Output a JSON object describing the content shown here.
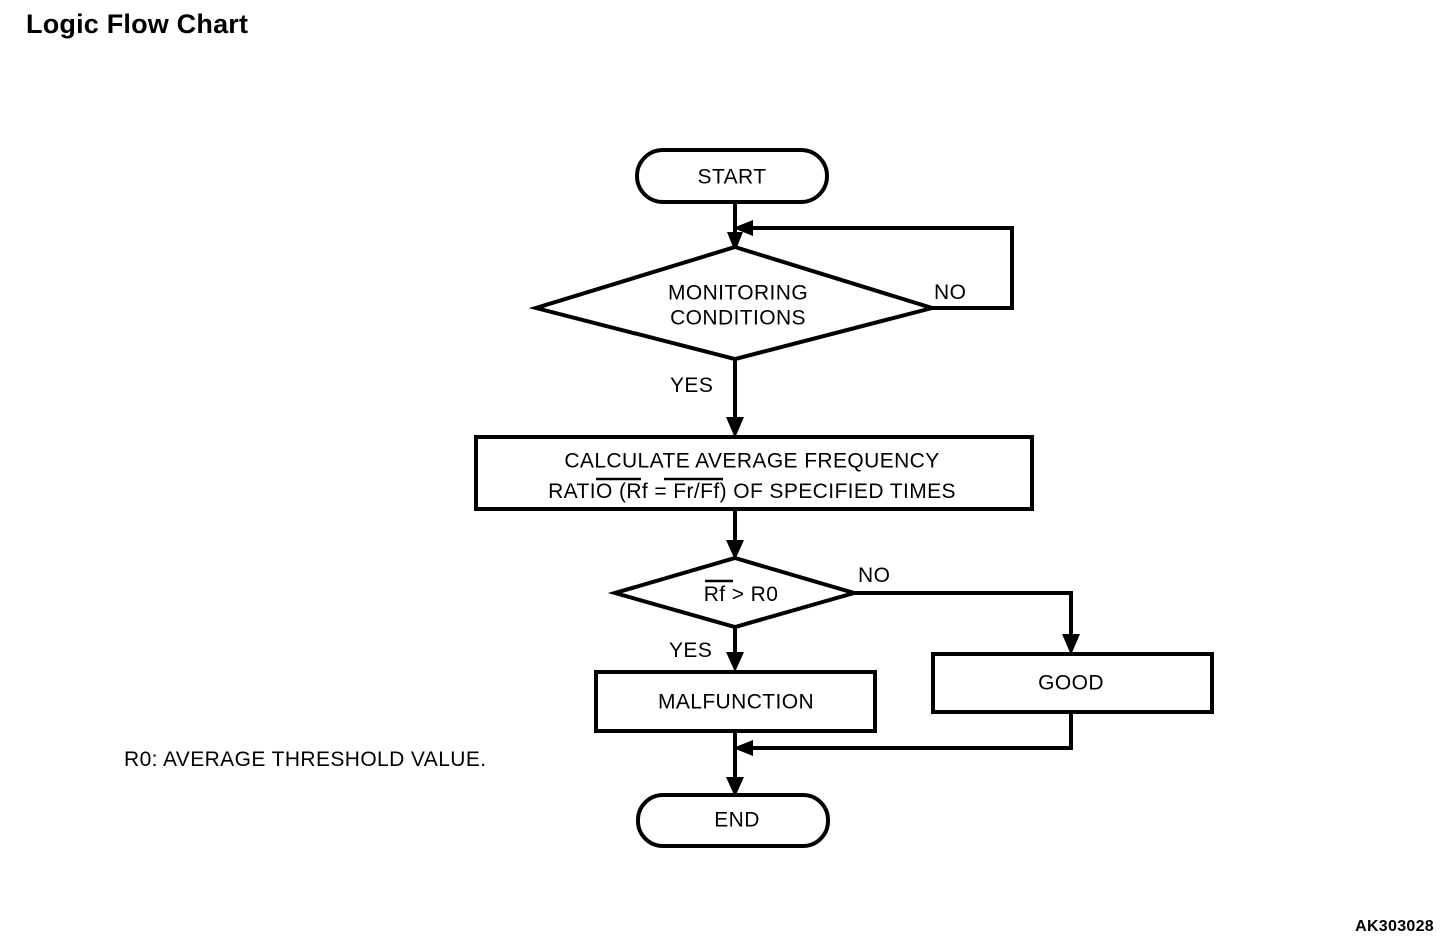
{
  "page": {
    "title": "Logic Flow Chart",
    "reference_code": "AK303028",
    "background_color": "#ffffff",
    "line_color": "#000000"
  },
  "note": {
    "text": "R0: AVERAGE THRESHOLD VALUE."
  },
  "chart_data": {
    "type": "flowchart",
    "title": "Logic Flow Chart",
    "nodes": [
      {
        "id": "start",
        "shape": "terminator",
        "label": "START"
      },
      {
        "id": "monitoring",
        "shape": "decision",
        "label_line1": "MONITORING",
        "label_line2": "CONDITIONS"
      },
      {
        "id": "calculate",
        "shape": "process",
        "label_line1": "CALCULATE AVERAGE FREQUENCY",
        "label_line2_a": "RATIO ",
        "label_line2_b": "(Rf",
        "label_line2_c": " = ",
        "label_line2_d": "Fr/Ff)",
        "label_line2_e": " OF SPECIFIED TIMES"
      },
      {
        "id": "compare",
        "shape": "decision",
        "label_a": "Rf",
        "label_b": " > R0"
      },
      {
        "id": "malfunction",
        "shape": "process",
        "label": "MALFUNCTION"
      },
      {
        "id": "good",
        "shape": "process",
        "label": "GOOD"
      },
      {
        "id": "end",
        "shape": "terminator",
        "label": "END"
      }
    ],
    "edges": [
      {
        "from": "start",
        "to": "monitoring",
        "label": ""
      },
      {
        "from": "monitoring",
        "to": "monitoring",
        "label": "NO"
      },
      {
        "from": "monitoring",
        "to": "calculate",
        "label": "YES"
      },
      {
        "from": "calculate",
        "to": "compare",
        "label": ""
      },
      {
        "from": "compare",
        "to": "malfunction",
        "label": "YES"
      },
      {
        "from": "compare",
        "to": "good",
        "label": "NO"
      },
      {
        "from": "malfunction",
        "to": "end",
        "label": ""
      },
      {
        "from": "good",
        "to": "end",
        "label": ""
      }
    ],
    "edge_labels": {
      "monitoring_no": "NO",
      "monitoring_yes": "YES",
      "compare_no": "NO",
      "compare_yes": "YES"
    }
  }
}
